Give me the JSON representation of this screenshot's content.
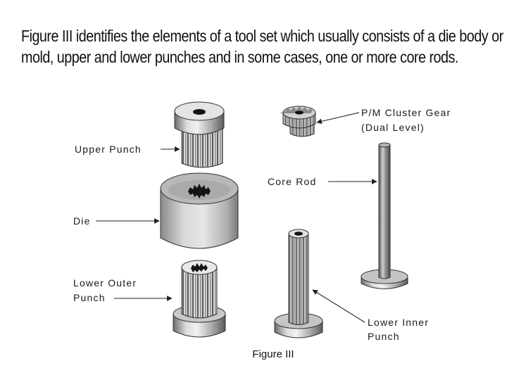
{
  "description": {
    "line1": "Figure III identifies the elements of a tool set which usually consists of a die body or",
    "line2": "mold, upper and lower punches and in some cases, one or more core rods."
  },
  "labels": {
    "upper_punch": "Upper Punch",
    "die": "Die",
    "lower_outer_punch_line1": "Lower Outer",
    "lower_outer_punch_line2": "Punch",
    "cluster_gear_line1": "P/M Cluster Gear",
    "cluster_gear_line2": "(Dual Level)",
    "core_rod": "Core Rod",
    "lower_inner_punch_line1": "Lower Inner",
    "lower_inner_punch_line2": "Punch"
  },
  "caption": "Figure III"
}
